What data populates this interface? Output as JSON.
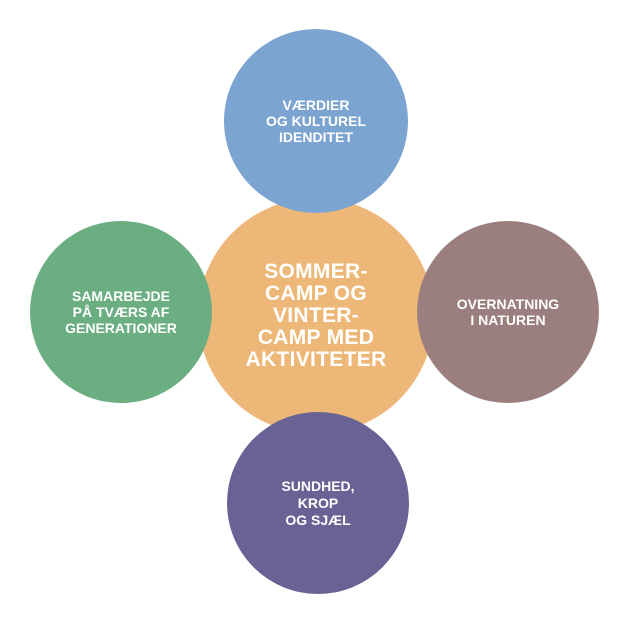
{
  "diagram": {
    "center": {
      "text": "SOMMER-\nCAMP OG\nVINTER-\nCAMP MED\nAKTIVITETER",
      "color": "#EDB877"
    },
    "top": {
      "text": "VÆRDIER\nOG KULTUREL\nIDENDITET",
      "color": "#7BA4D1"
    },
    "left": {
      "text": "SAMARBEJDE\nPÅ TVÆRS AF\nGENERATIONER",
      "color": "#6BAE82"
    },
    "right": {
      "text": "OVERNATNING\nI NATUREN",
      "color": "#9B7F7E"
    },
    "bottom": {
      "text": "SUNDHED,\nKROP\nOG SJÆL",
      "color": "#686394"
    }
  }
}
